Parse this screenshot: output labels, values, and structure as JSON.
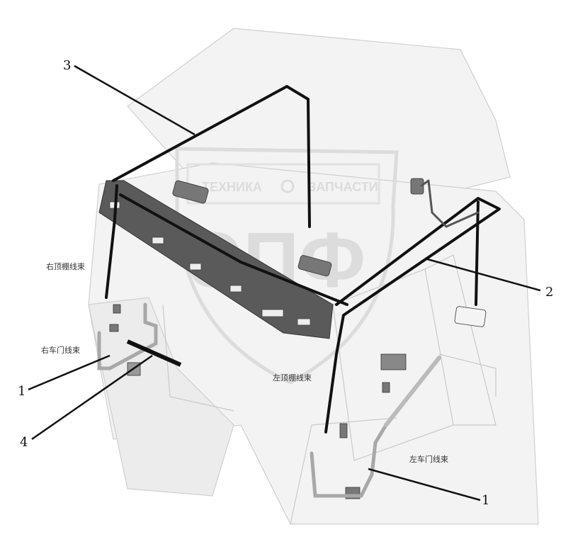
{
  "watermark": {
    "top_text_left": "ТЕХНИКА",
    "top_text_right": "ЗАПЧАСТИ",
    "logo_letters": "ЭПФ"
  },
  "labels": {
    "right_roof_harness": "右顶棚线束",
    "right_door_harness": "右车门线束",
    "left_roof_harness": "左顶棚线束",
    "left_door_harness": "左车门线束"
  },
  "callouts": {
    "c1_left": "1",
    "c1_right": "1",
    "c2": "2",
    "c3": "3",
    "c4": "4"
  },
  "colors": {
    "harness": "#111111",
    "cab_fill": "#f4f4f4",
    "cab_stroke": "#c8c8c8",
    "dashboard": "#555555",
    "watermark": "#d9d9d9"
  }
}
